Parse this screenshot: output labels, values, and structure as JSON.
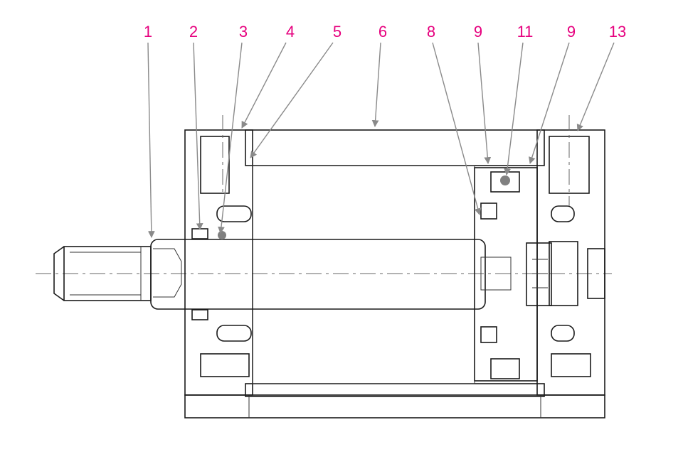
{
  "diagram": {
    "label_color": "#e6007e",
    "line_color": "#1a1a1a",
    "callouts": [
      {
        "label": "1"
      },
      {
        "label": "2"
      },
      {
        "label": "3"
      },
      {
        "label": "4"
      },
      {
        "label": "5"
      },
      {
        "label": "6"
      },
      {
        "label": "8"
      },
      {
        "label": "9"
      },
      {
        "label": "11"
      },
      {
        "label": "9"
      },
      {
        "label": "13"
      }
    ]
  }
}
